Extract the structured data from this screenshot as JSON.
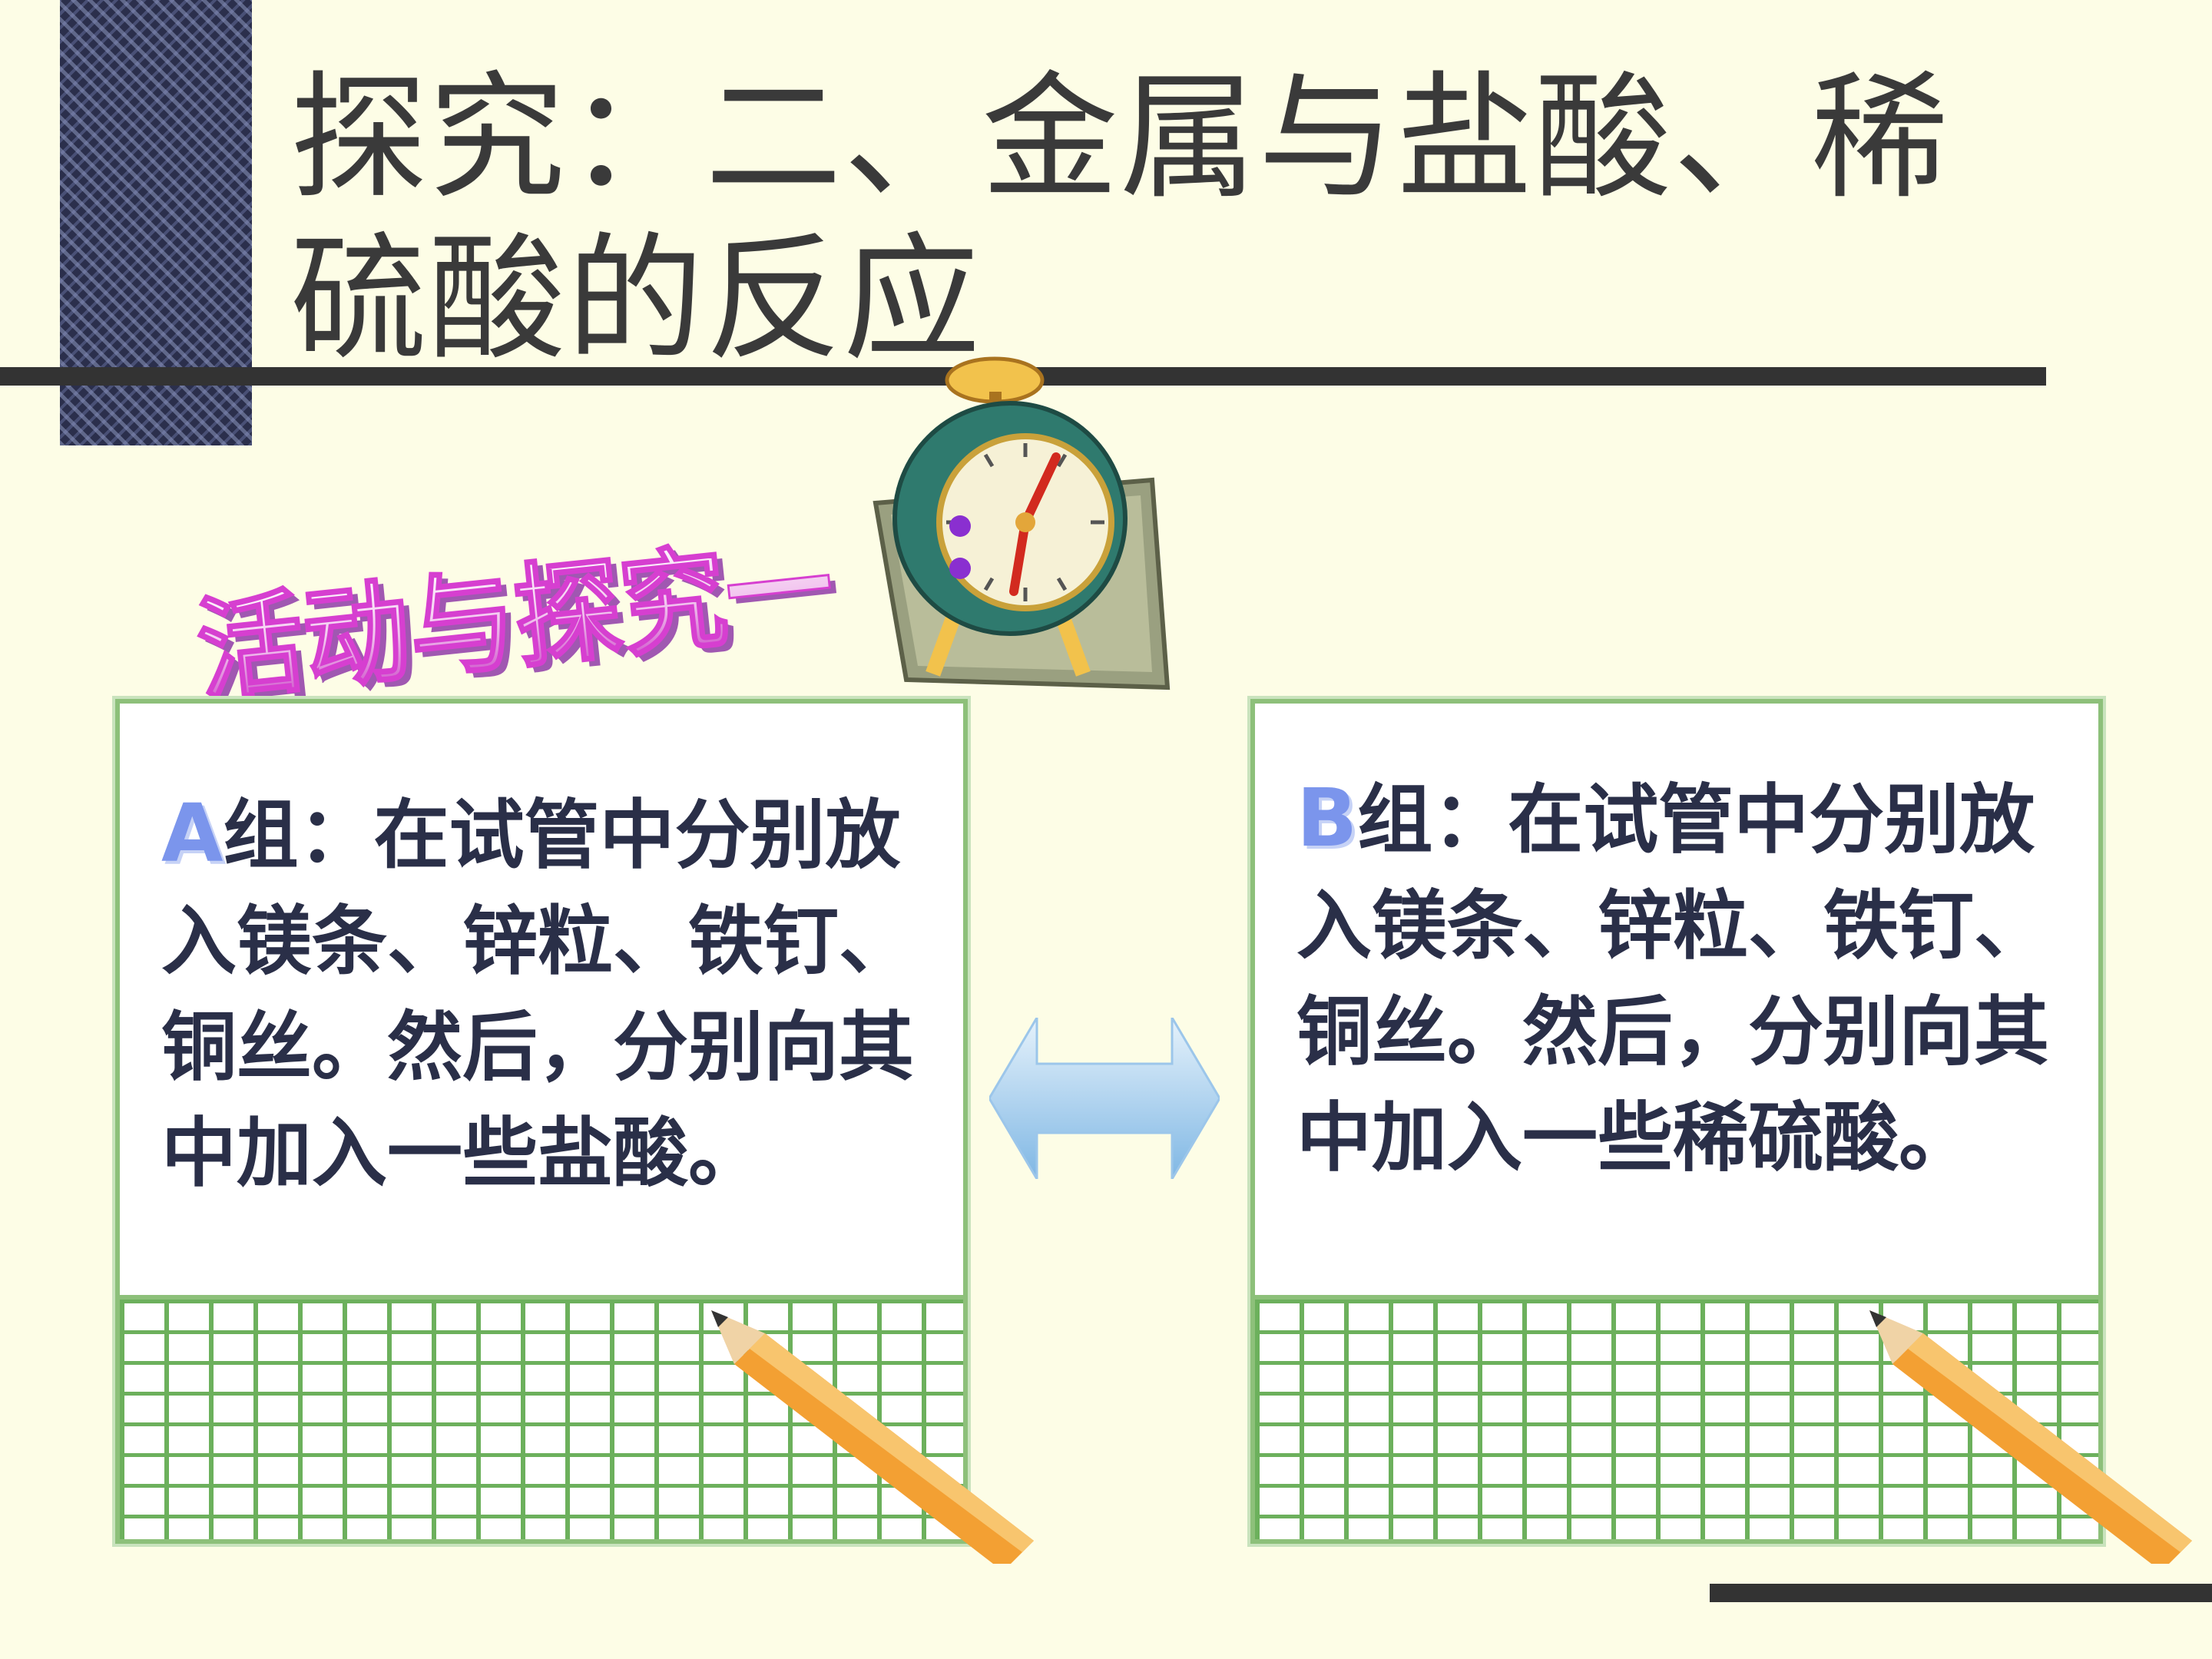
{
  "slide": {
    "title": "探究：二、金属与盐酸、稀硫酸的反应",
    "activity_banner": "活动与探究一",
    "colors": {
      "background": "#fdfde6",
      "title_text": "#3a3a3a",
      "card_text": "#2a2f48",
      "group_letter": "#7b95ec",
      "banner_text": "#d63fd0",
      "grid_line": "#6cb05c"
    }
  },
  "group_a": {
    "letter": "A",
    "text": "组：在试管中分别放入镁条、锌粒、铁钉、铜丝。然后，分别向其中加入一些盐酸。"
  },
  "group_b": {
    "letter": "B",
    "text": "组：在试管中分别放入镁条、锌粒、铁钉、铜丝。然后，分别向其中加入一些稀硫酸。"
  },
  "icons": [
    "alarm-clock-icon",
    "pencil-icon",
    "double-arrow-icon"
  ]
}
